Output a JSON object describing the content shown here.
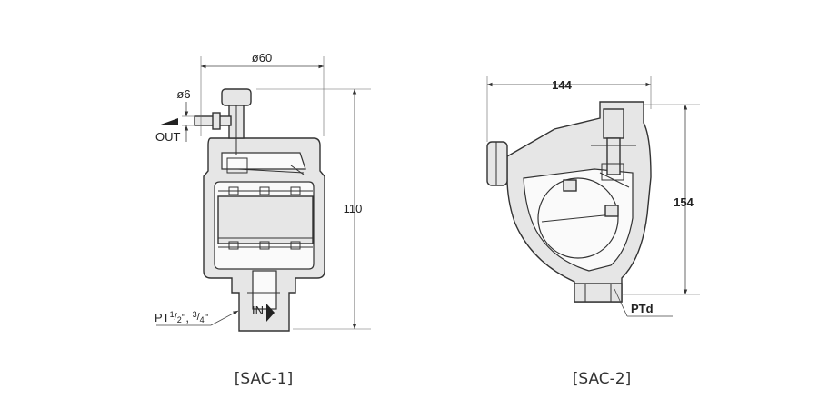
{
  "sac1": {
    "caption": "[SAC-1]",
    "dim_diameter": "ø60",
    "dim_height": "110",
    "dim_outlet": "ø6",
    "label_out": "OUT",
    "label_in": "IN",
    "label_thread_prefix": "PT",
    "label_thread_n1": "1",
    "label_thread_d1": "2",
    "label_thread_mid": "\", ",
    "label_thread_n2": "3",
    "label_thread_d2": "4",
    "label_thread_end": "\""
  },
  "sac2": {
    "caption": "[SAC-2]",
    "dim_width": "144",
    "dim_height": "154",
    "label_thread": "PTd"
  }
}
